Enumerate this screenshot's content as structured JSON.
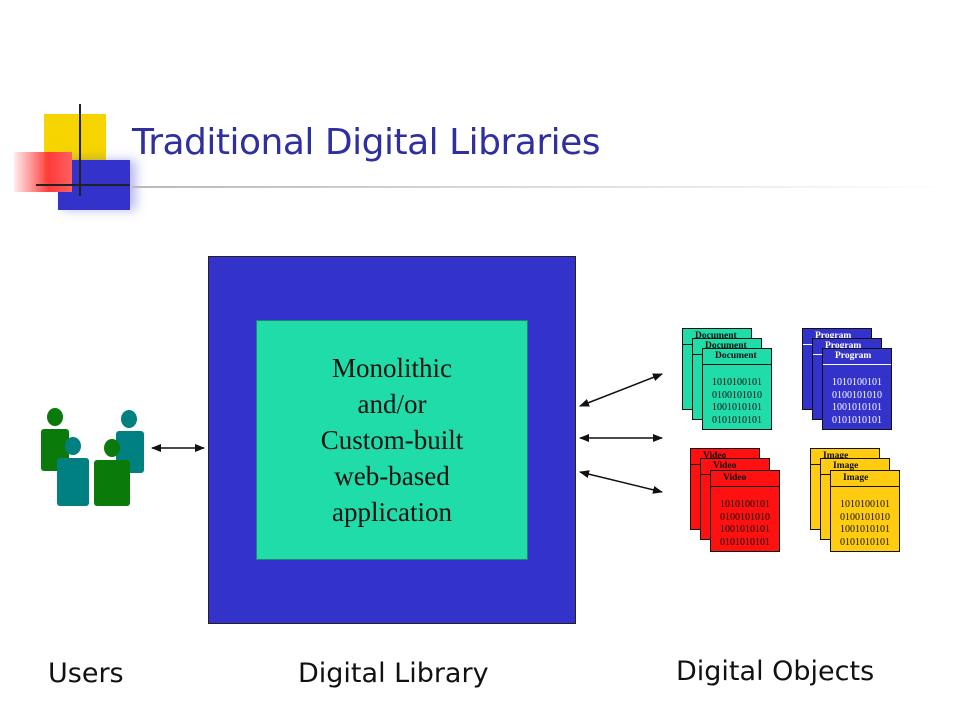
{
  "slide": {
    "title": "Traditional Digital Libraries"
  },
  "library": {
    "app_lines": [
      "Monolithic",
      "and/or",
      "Custom-built",
      "web-based",
      "application"
    ]
  },
  "objects": [
    {
      "name": "document",
      "label": "Document",
      "color": "#1fdca8",
      "bits": [
        "1010100101",
        "0100101010",
        "1001010101",
        "0101010101"
      ]
    },
    {
      "name": "program",
      "label": "Program",
      "color": "#3333cc",
      "bits": [
        "1010100101",
        "0100101010",
        "1001010101",
        "0101010101"
      ]
    },
    {
      "name": "video",
      "label": "Video",
      "color": "#ff1111",
      "bits": [
        "1010100101",
        "0100101010",
        "1001010101",
        "0101010101"
      ]
    },
    {
      "name": "image",
      "label": "Image",
      "color": "#ffcc11",
      "bits": [
        "1010100101",
        "0100101010",
        "1001010101",
        "0101010101"
      ]
    }
  ],
  "captions": {
    "users": "Users",
    "library": "Digital Library",
    "objects": "Digital Objects"
  },
  "icons": {
    "users": "users-group-icon",
    "logo": "title-decoration-icon"
  }
}
